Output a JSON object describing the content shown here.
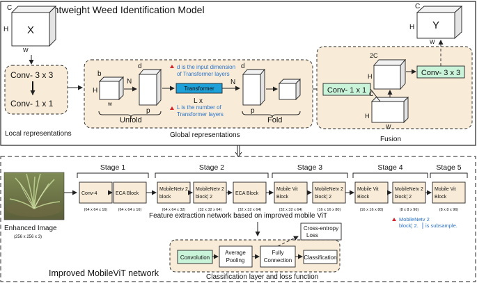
{
  "top": {
    "title": "Lightweight Weed Identification Model",
    "input_cube": {
      "label": "X",
      "h": "H",
      "c": "C",
      "w": "W"
    },
    "output_cube": {
      "label": "Y",
      "h": "H",
      "c": "C",
      "w": "W"
    },
    "local": {
      "conv1": "Conv- 3 x 3",
      "conv2": "Conv- 1 x 1",
      "caption": "Local representations"
    },
    "global": {
      "caption": "Global representations",
      "unfold": "Unfold",
      "fold": "Fold",
      "transformer": "Transformer",
      "lx": "L x",
      "note_d1": "d is the input dimension",
      "note_d2": "of Transformer layers",
      "note_l1": "L is the number of",
      "note_l2": "Transformer layers",
      "letters": {
        "b": "b",
        "h": "H",
        "w": "w",
        "d": "d",
        "n": "N",
        "p": "p"
      }
    },
    "fusion": {
      "caption": "Fusion",
      "conv1x1": "Conv- 1 x 1",
      "conv3x3": "Conv- 3 x 3",
      "c2": "2C",
      "c": "C",
      "h": "H",
      "w": "W"
    }
  },
  "bottom": {
    "caption": "Improved MobileViT network",
    "image_label": "Enhanced Image",
    "image_dims": "(256 x 256 x 3)",
    "stages": [
      "Stage 1",
      "Stage 2",
      "Stage 3",
      "Stage 4",
      "Stage 5"
    ],
    "blocks": [
      {
        "l1": "Conv-4",
        "l2": "",
        "dims": "(64 x 64 x 16)"
      },
      {
        "l1": "ECA Block",
        "l2": "",
        "dims": "(64 x 64 x 16)"
      },
      {
        "l1": "MobileNetv 2",
        "l2": "block",
        "dims": "(64 x 64 x 32)"
      },
      {
        "l1": "MobileNetv 2",
        "l2": "block¦ 2",
        "dims": "(32 x 32 x 64)"
      },
      {
        "l1": "ECA Block",
        "l2": "",
        "dims": "(32 x 32 x 64)"
      },
      {
        "l1": "Mobile Vit",
        "l2": "Block",
        "dims": "(32 x 32 x 64)"
      },
      {
        "l1": "MobileNetv 2",
        "l2": "block¦ 2",
        "dims": "(16 x 16 x 80)"
      },
      {
        "l1": "Mobile Vit",
        "l2": "Block",
        "dims": "(16 x 16 x 80)"
      },
      {
        "l1": "MobileNetv 2",
        "l2": "block¦ 2",
        "dims": "(8 x 8 x 96)"
      },
      {
        "l1": "Mobile Vit",
        "l2": "Block",
        "dims": "(8 x 8 x 96)"
      }
    ],
    "feature_caption": "Feature extraction network based on improved mobile ViT",
    "note_l1": "MobileNetv 2",
    "note_l2a": "block¦ 2.",
    "note_l2b": "is subsample.",
    "classification": {
      "conv": "Convolution",
      "pool1": "Average",
      "pool2": "Pooling",
      "fc1": "Fully",
      "fc2": "Connection",
      "cls": "Classification",
      "loss1": "Cross-entropy",
      "loss2": "Loss",
      "caption": "Classification layer and loss function"
    }
  }
}
